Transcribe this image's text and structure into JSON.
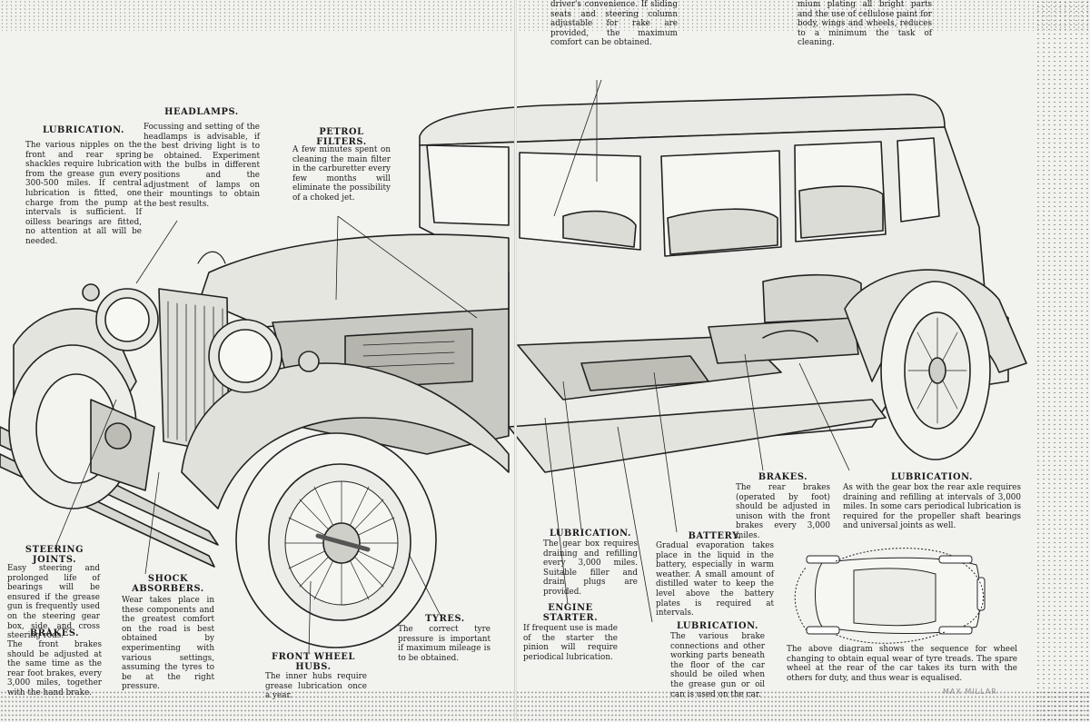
{
  "top_fragments": {
    "col1": "driver's convenience. If sliding seats and steering column adjustable for rake are provided, the maximum comfort can be obtained.",
    "col2": "mium plating all bright parts and the use of cellulose paint for body, wings and wheels, reduces to a minimum the task of cleaning."
  },
  "sections": {
    "lubrication_front": {
      "title": "LUBRICATION.",
      "body": "The various nipples on the front and rear spring shackles require lubrication from the grease gun every 300-500 miles. If central lubrication is fitted, one charge from the pump at intervals is sufficient. If oilless bearings are fitted, no attention at all will be needed."
    },
    "headlamps": {
      "title": "HEADLAMPS.",
      "body": "Focussing and setting of the headlamps is advisable, if the best driving light is to be obtained. Experiment with the bulbs in different positions and the adjustment of lamps on their mountings to obtain the best results."
    },
    "petrol_filters": {
      "title": "PETROL FILTERS.",
      "body": "A few minutes spent on cleaning the main filter in the carburetter every few months will eliminate the possibility of a choked jet."
    },
    "steering_joints": {
      "title": "STEERING JOINTS.",
      "body": "Easy steering and prolonged life of bearings will be ensured if the grease gun is frequently used on the steering gear box, side, and cross steering rods."
    },
    "brakes_front": {
      "title": "BRAKES.",
      "body": "The front brakes should be adjusted at the same time as the rear foot brakes, every 3,000 miles, together with the hand brake."
    },
    "shock_absorbers": {
      "title": "SHOCK ABSORBERS.",
      "body": "Wear takes place in these components and the greatest comfort on the road is best obtained by experimenting with various settings, assuming the tyres to be at the right pressure."
    },
    "front_wheel_hubs": {
      "title": "FRONT WHEEL HUBS.",
      "body": "The inner hubs require grease lubrication once a year."
    },
    "tyres": {
      "title": "TYRES.",
      "body": "The correct tyre pressure is important if maximum mileage is to be obtained."
    },
    "engine_starter": {
      "title": "ENGINE STARTER.",
      "body": "If frequent use is made of the starter the pinion will require periodical lubrication."
    },
    "lubrication_gearbox": {
      "title": "LUBRICATION.",
      "body": "The gear box requires draining and refilling every 3,000 miles. Suitable filler and drain plugs are provided."
    },
    "battery": {
      "title": "BATTERY.",
      "body": "Gradual evaporation takes place in the liquid in the battery, especially in warm weather. A small amount of distilled water to keep the level above the battery plates is required at intervals."
    },
    "lubrication_brakes": {
      "title": "LUBRICATION.",
      "body": "The various brake connections and other working parts beneath the floor of the car should be oiled when the grease gun or oil can is used on the car."
    },
    "brakes_rear": {
      "title": "BRAKES.",
      "body": "The rear brakes (operated by foot) should be adjusted in unison with the front brakes every 3,000 miles."
    },
    "lubrication_rear_axle": {
      "title": "LUBRICATION.",
      "body": "As with the gear box the rear axle requires draining and refilling at intervals of 3,000 miles. In some cars periodical lubrication is required for the propeller shaft bearings and universal joints as well."
    },
    "wheel_diagram": {
      "caption": "The above diagram shows the sequence for wheel changing to obtain equal wear of tyre treads. The spare wheel at the rear of the car takes its turn with the others for duty, and thus wear is equalised."
    }
  },
  "signature": "MAX MILLAR"
}
